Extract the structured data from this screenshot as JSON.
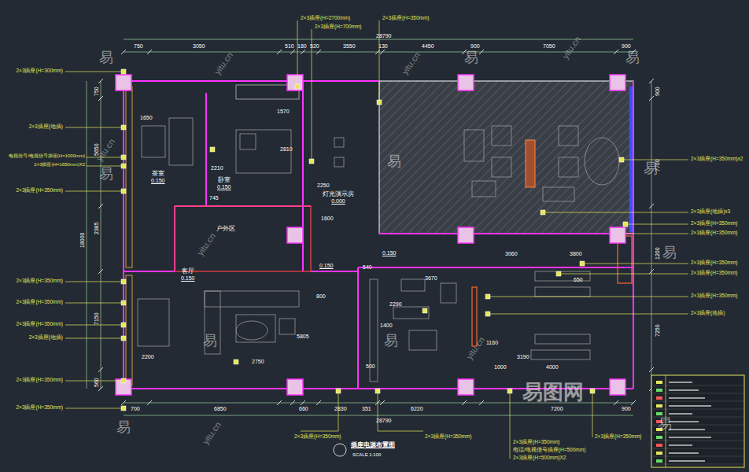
{
  "diagram": {
    "title": "插座电源布置图",
    "caption": "SCALE 1:100",
    "nodes": [
      {
        "text": [
          "茶室",
          "0.150"
        ]
      },
      {
        "text": [
          "卧室",
          "0.150"
        ]
      },
      {
        "text": [
          "灯光演示房",
          "0.000"
        ]
      },
      {
        "text": [
          "户外区"
        ]
      },
      {
        "text": [
          "客厅",
          "0.150"
        ]
      }
    ],
    "labels": [
      "28790",
      "750",
      "3050",
      "510",
      "180",
      "520",
      "3550",
      "130",
      "4450",
      "900",
      "7050",
      "900",
      "700",
      "6850",
      "660",
      "2830",
      "351",
      "6220",
      "7200",
      "900",
      "28790",
      "750",
      "5650",
      "2385",
      "18000",
      "7150",
      "560",
      "900",
      "7700",
      "1200",
      "7250",
      "1650",
      "2210",
      "1570",
      "2810",
      "2250",
      "745",
      "1600",
      "3060",
      "3800",
      "3670",
      "2290",
      "1400",
      "500",
      "1160",
      "3190",
      "1000",
      "4000",
      "2750",
      "5805",
      "800",
      "540",
      "650",
      "2200",
      "0.150",
      "0.150",
      "2×3插座(H=300mm)",
      "2×3插座(地插)",
      "电视信号/电视信号插座(H=1000mm)",
      "2×3插座(H=1650mm)X2",
      "2×3插座(H=350mm)",
      "2×3插座(H=350mm)",
      "2×3插座(H=350mm)",
      "2×3插座(H=350mm)",
      "2×3插座(地插)",
      "2×3插座(H=350mm)",
      "2×3插座(H=350mm)",
      "2×3插座(H=2700mm)",
      "2×3插座(H=700mm)",
      "2×3插座(H=350mm)",
      "2×3插座(H=350mm)x2",
      "2×3插座(地插)x3",
      "2×3插座(H=350mm)",
      "2×3插座(H=350mm)",
      "2×3插座(H=350mm)",
      "2×3插座(H=350mm)",
      "2×3插座(H=350mm)",
      "2×3插座(地插)",
      "2×3插座(H=350mm)",
      "2×3插座(H=350mm)",
      "2×3插座(H=350mm)",
      "电话/电视信号插座(H=500mm)",
      "2×3插座(H=500mm)X2",
      "2×3插座(H=350mm)",
      "易",
      "易",
      "易",
      "易",
      "易",
      "易",
      "易",
      "易",
      "易",
      "易",
      "易",
      "yitu.cn",
      "yitu.cn",
      "yitu.cn",
      "yitu.cn",
      "yitu.cn",
      "yitu.cn",
      "yitu.cn",
      "易图网"
    ]
  }
}
